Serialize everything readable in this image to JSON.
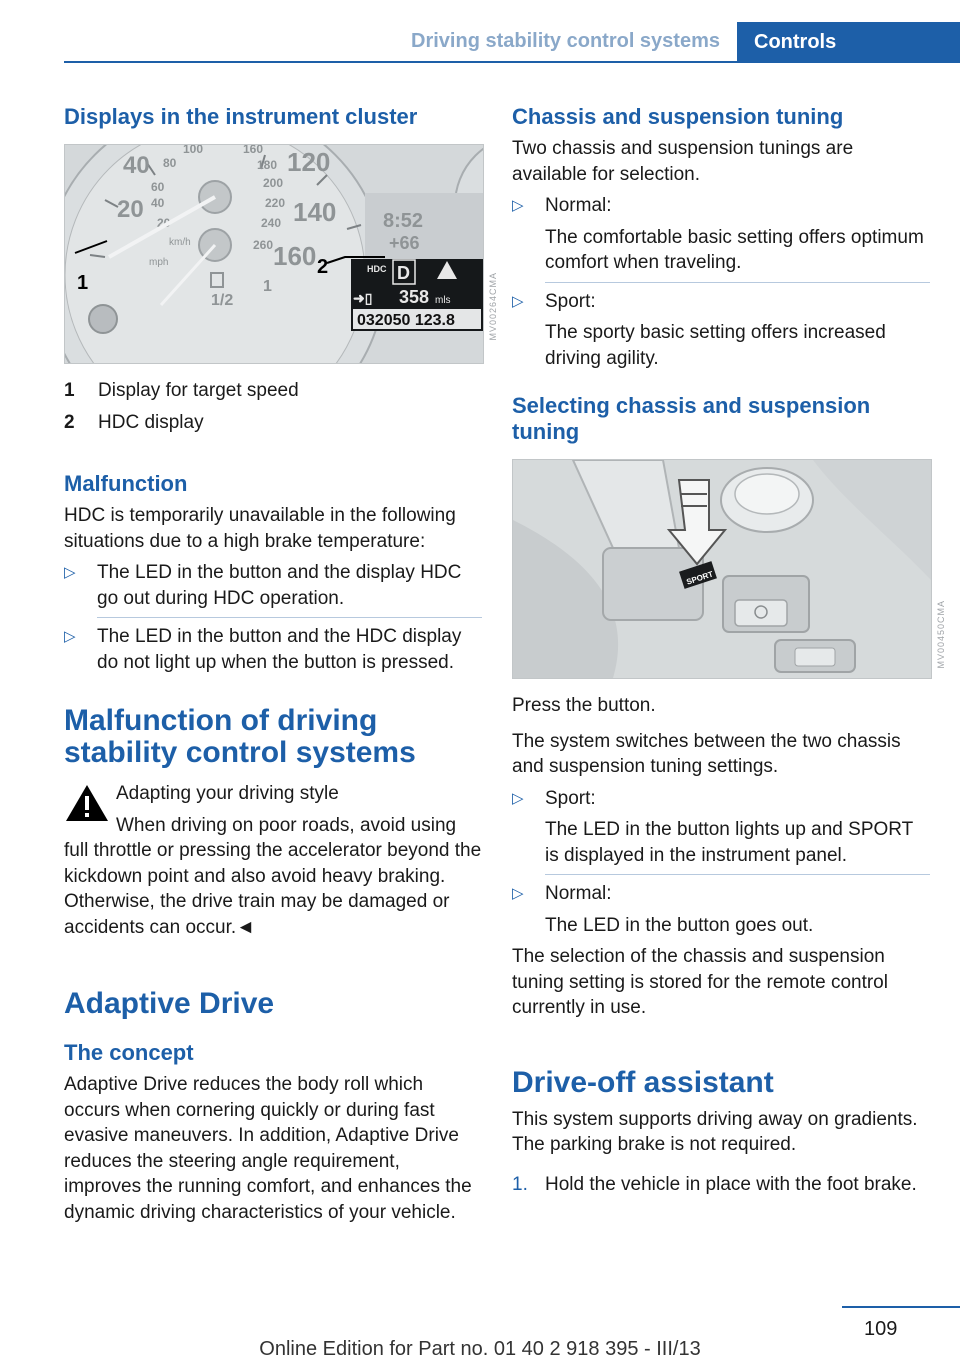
{
  "header": {
    "section": "Driving stability control systems",
    "chapter": "Controls"
  },
  "left": {
    "displays_heading": "Displays in the instrument cluster",
    "figure1": {
      "code": "MV00264CMA",
      "callouts": [
        "1",
        "2"
      ],
      "hdc_label": "HDC",
      "gear": "D",
      "time": "8:52",
      "temp": "+66",
      "range": "358",
      "range_unit": "mls",
      "odometer": "032050 123.8",
      "gauge_numbers": [
        "40",
        "60",
        "80",
        "100",
        "20",
        "40",
        "20",
        "160",
        "180",
        "200",
        "220",
        "240",
        "260",
        "120",
        "140",
        "160"
      ],
      "speed_units": [
        "km/h",
        "mph"
      ],
      "fuel_fraction": "1/2",
      "fuel_full": "1"
    },
    "captions": [
      {
        "num": "1",
        "text": "Display for target speed"
      },
      {
        "num": "2",
        "text": "HDC display"
      }
    ],
    "malfunction_heading": "Malfunction",
    "malfunction_text": "HDC is temporarily unavailable in the following situations due to a high brake temperature:",
    "malfunction_items": [
      "The LED in the button and the display HDC go out during HDC operation.",
      "The LED in the button and the HDC display do not light up when the button is pressed."
    ],
    "stability_heading": "Malfunction of driving stability control systems",
    "warning_title": "Adapting your driving style",
    "warning_first": "When driving on poor roads, avoid using",
    "warning_rest": "full throttle or pressing the accelerator beyond the kickdown point and also avoid heavy braking. Otherwise, the drive train may be damaged or accidents can occur.◄",
    "adaptive_heading": "Adaptive Drive",
    "concept_heading": "The concept",
    "concept_text": "Adaptive Drive reduces the body roll which occurs when cornering quickly or during fast evasive maneuvers. In addition, Adaptive Drive reduces the steering angle requirement, improves the running comfort, and enhances the dynamic driving characteristics of your vehicle."
  },
  "right": {
    "chassis_heading": "Chassis and suspension tuning",
    "chassis_text": "Two chassis and suspension tunings are available for selection.",
    "tunings": [
      {
        "label": "Normal:",
        "desc": "The comfortable basic setting offers optimum comfort when traveling."
      },
      {
        "label": "Sport:",
        "desc": "The sporty basic setting offers increased driving agility."
      }
    ],
    "selecting_heading": "Selecting chassis and suspension tuning",
    "figure2": {
      "code": "MV00450CMA",
      "button_label": "SPORT"
    },
    "press_text": "Press the button.",
    "switch_text": "The system switches between the two chassis and suspension tuning settings.",
    "switch_items": [
      {
        "label": "Sport:",
        "desc": "The LED in the button lights up and SPORT is displayed in the instrument panel."
      },
      {
        "label": "Normal:",
        "desc": "The LED in the button goes out."
      }
    ],
    "stored_text": "The selection of the chassis and suspension tuning setting is stored for the remote control currently in use.",
    "driveoff_heading": "Drive-off assistant",
    "driveoff_text": "This system supports driving away on gradients. The parking brake is not required.",
    "steps": [
      {
        "num": "1.",
        "text": "Hold the vehicle in place with the foot brake."
      }
    ]
  },
  "footer": {
    "page": "109",
    "edition": "Online Edition for Part no. 01 40 2 918 395 - III/13"
  }
}
